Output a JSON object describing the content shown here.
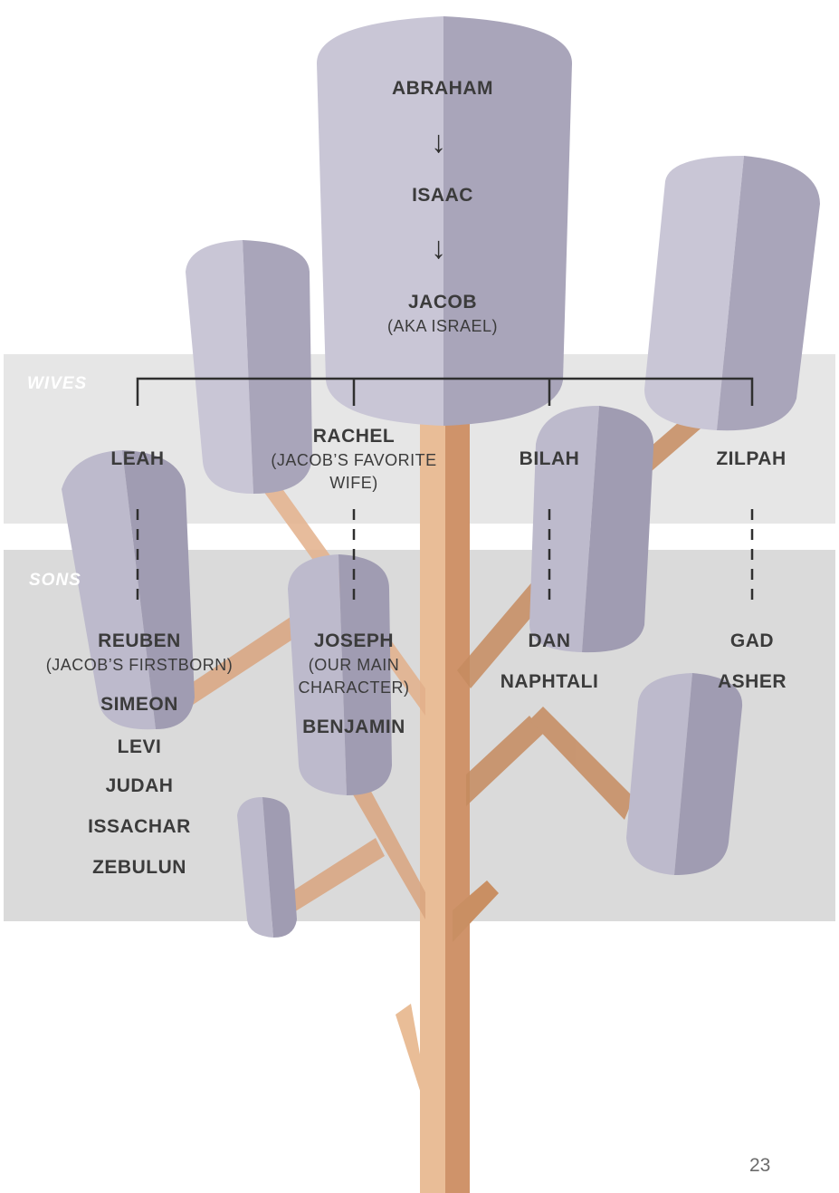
{
  "bands": {
    "wives_label": "WIVES",
    "sons_label": "SONS"
  },
  "lineage": {
    "abraham": "ABRAHAM",
    "isaac": "ISAAC",
    "jacob": "JACOB",
    "jacob_note": "(AKA ISRAEL)"
  },
  "wives": {
    "leah": "LEAH",
    "rachel": "RACHEL",
    "rachel_note_1": "(JACOB’S FAVORITE",
    "rachel_note_2": "WIFE)",
    "bilah": "BILAH",
    "zilpah": "ZILPAH"
  },
  "sons": {
    "leah": {
      "reuben": "REUBEN",
      "reuben_note": "(JACOB’S FIRSTBORN)",
      "simeon": "SIMEON",
      "levi": "LEVI",
      "judah": "JUDAH",
      "issachar": "ISSACHAR",
      "zebulun": "ZEBULUN"
    },
    "rachel": {
      "joseph": "JOSEPH",
      "joseph_note_1": "(OUR MAIN",
      "joseph_note_2": "CHARACTER)",
      "benjamin": "BENJAMIN"
    },
    "bilah": {
      "dan": "DAN",
      "naphtali": "NAPHTALI"
    },
    "zilpah": {
      "gad": "GAD",
      "asher": "ASHER"
    }
  },
  "page_number": "23",
  "colors": {
    "trunk_light": "#e9bd97",
    "trunk_dark": "#cf936a",
    "branch": "#c98f63",
    "canopy_light": "#c9c6d6",
    "canopy_dark": "#a9a5ba",
    "band_wives": "#e8e8e8",
    "band_sons": "#d9d9d9"
  }
}
